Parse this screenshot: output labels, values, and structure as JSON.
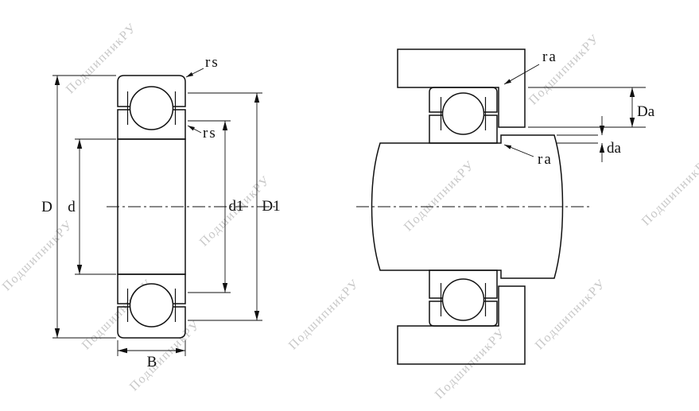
{
  "watermark": {
    "text": "ПодшипникРУ",
    "color": "#c8c8c8"
  },
  "colors": {
    "background": "#ffffff",
    "line": "#111111"
  },
  "labels": {
    "D": "D",
    "d": "d",
    "d1": "d1",
    "D1": "D1",
    "B": "B",
    "rs_outer": "rs",
    "rs_inner": "rs",
    "ra_housing": "ra",
    "ra_shaft": "ra",
    "Da": "Da",
    "da": "da"
  }
}
